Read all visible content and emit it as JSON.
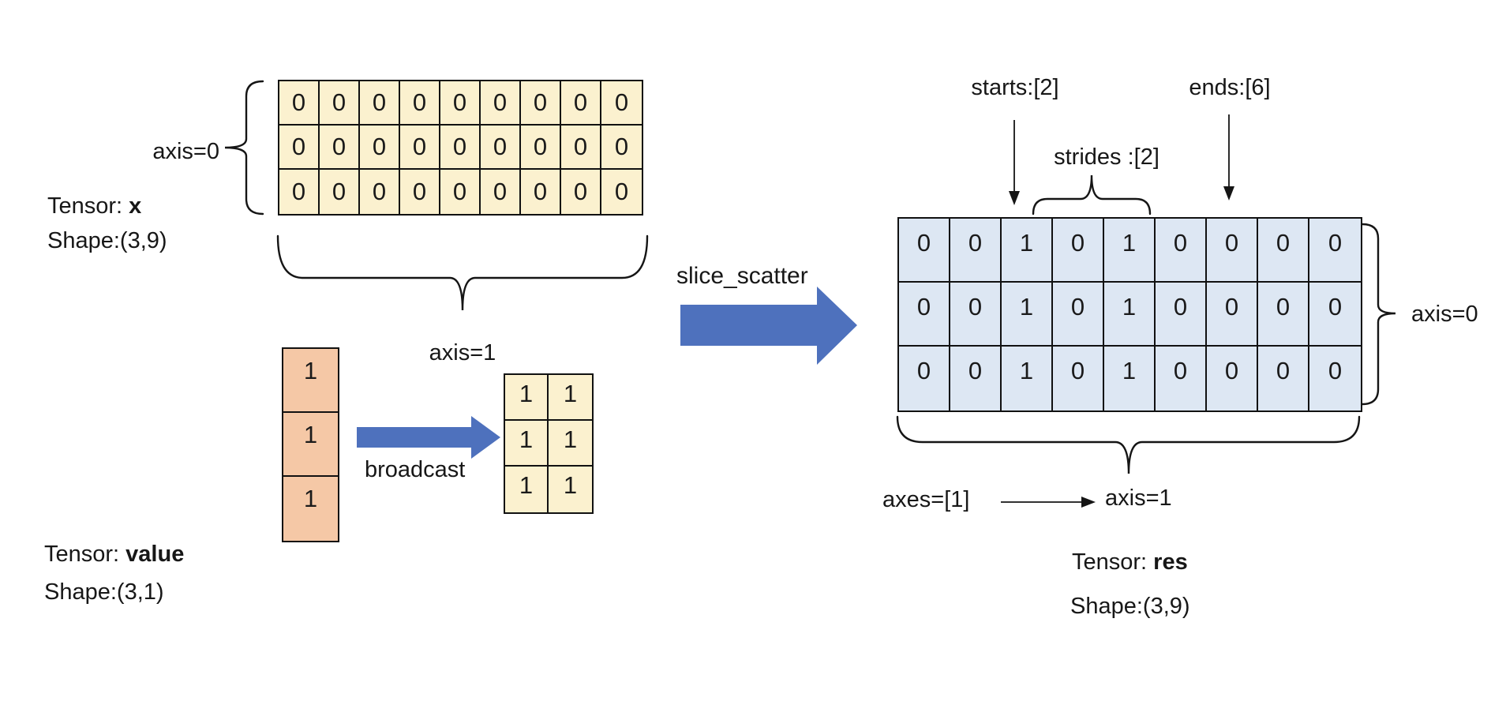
{
  "colors": {
    "cream": "#FBF1CF",
    "peach": "#F5C8A6",
    "lightblue": "#DDE7F3",
    "arrowblue": "#4E71BD",
    "line": "#151515"
  },
  "tensor_x": {
    "label_prefix": "Tensor: ",
    "label_name": "x",
    "shape": "Shape:(3,9)",
    "axis0_label": "axis=0",
    "axis1_label": "axis=1",
    "values": [
      [
        "0",
        "0",
        "0",
        "0",
        "0",
        "0",
        "0",
        "0",
        "0"
      ],
      [
        "0",
        "0",
        "0",
        "0",
        "0",
        "0",
        "0",
        "0",
        "0"
      ],
      [
        "0",
        "0",
        "0",
        "0",
        "0",
        "0",
        "0",
        "0",
        "0"
      ]
    ]
  },
  "tensor_value": {
    "label_prefix": "Tensor: ",
    "label_name": "value",
    "shape": "Shape:(3,1)",
    "values": [
      [
        "1"
      ],
      [
        "1"
      ],
      [
        "1"
      ]
    ]
  },
  "broadcast": {
    "label": "broadcast",
    "values": [
      [
        "1",
        "1"
      ],
      [
        "1",
        "1"
      ],
      [
        "1",
        "1"
      ]
    ]
  },
  "operation": {
    "label": "slice_scatter"
  },
  "tensor_res": {
    "label_prefix": "Tensor: ",
    "label_name": "res",
    "shape": "Shape:(3,9)",
    "axis0_label": "axis=0",
    "axis1_label": "axis=1",
    "axes_label": "axes=[1]",
    "starts_label": "starts:[2]",
    "ends_label": "ends:[6]",
    "strides_label": "strides :[2]",
    "values": [
      [
        "0",
        "0",
        "1",
        "0",
        "1",
        "0",
        "0",
        "0",
        "0"
      ],
      [
        "0",
        "0",
        "1",
        "0",
        "1",
        "0",
        "0",
        "0",
        "0"
      ],
      [
        "0",
        "0",
        "1",
        "0",
        "1",
        "0",
        "0",
        "0",
        "0"
      ]
    ]
  }
}
